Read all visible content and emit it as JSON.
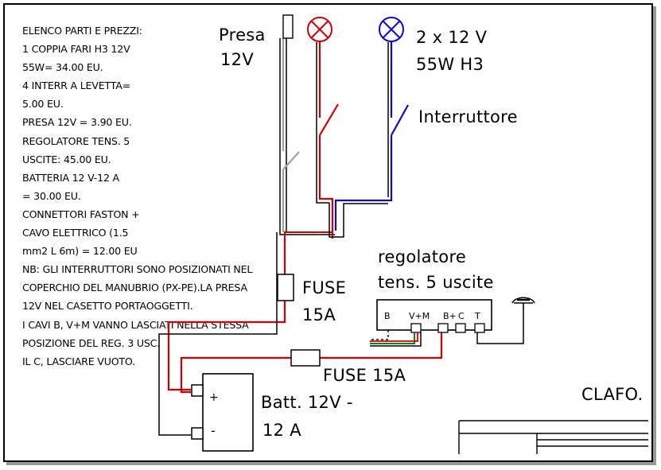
{
  "notes": {
    "lines": [
      "ELENCO PARTI E PREZZI:",
      "1 COPPIA FARI H3 12V",
      "55W= 34.00 EU.",
      "4 INTERR A LEVETTA=",
      "5.00 EU.",
      "PRESA 12V = 3.90 EU.",
      "REGOLATORE TENS. 5",
      "USCITE: 45.00 EU.",
      "BATTERIA 12 V-12 A",
      "= 30.00 EU.",
      "CONNETTORI FASTON +",
      "CAVO ELETTRICO (1.5",
      "mm2 L 6m) = 12.00 EU",
      "NB: GLI INTERRUTTORI SONO POSIZIONATI NEL",
      "COPERCHIO DEL MANUBRIO (PX-PE).LA PRESA",
      "12V NEL CASETTO PORTAOGGETTI.",
      "I CAVI B, V+M VANNO LASCIATI NELLA STESSA",
      "POSIZIONE DEL REG. 3 USC.",
      "IL C, LASCIARE VUOTO."
    ]
  },
  "labels": {
    "presa_1": "Presa",
    "presa_2": "12V",
    "lamps_1": "2 x 12 V",
    "lamps_2": "55W H3",
    "interruttore": "Interruttore",
    "regolatore_1": "regolatore",
    "regolatore_2": "tens. 5 uscite",
    "fuse1_1": "FUSE",
    "fuse1_2": "15A",
    "fuse2": "FUSE 15A",
    "batt_1": "Batt. 12V -",
    "batt_2": "12 A",
    "batt_plus": "+",
    "batt_minus": "-",
    "term_b": "B",
    "term_vm": "V+M",
    "term_bplus": "B+",
    "term_c": "C",
    "term_t": "T",
    "signature": "CLAFO."
  },
  "colors": {
    "red_wire": "#d40000",
    "blue_wire": "#0a0ad0",
    "gray_wire": "#a0a0a0",
    "green_wire": "#108010",
    "black": "#000000"
  }
}
